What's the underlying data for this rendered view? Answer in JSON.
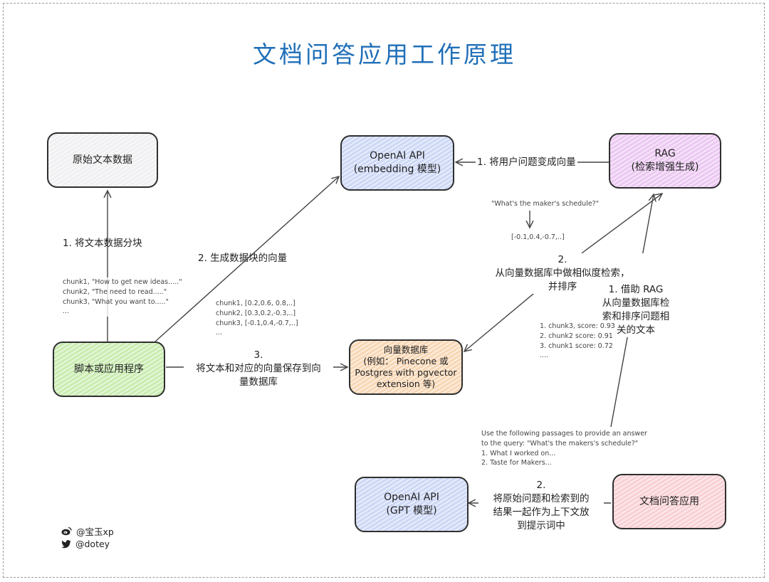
{
  "title": "文档问答应用工作原理",
  "colors": {
    "gray_box": "#f0f0f2",
    "blue_box": "#cdd8f6",
    "purple_box": "#ecc8f2",
    "green_box": "#c9ecb0",
    "orange_box": "#f8d7b5",
    "red_box": "#f9d0d4",
    "title_blue": "#1f6fb8"
  },
  "nodes": {
    "raw_text": "原始文本数据",
    "openai_embed": [
      "OpenAI API",
      "(embedding 模型)"
    ],
    "rag": [
      "RAG",
      "(检索增强生成)"
    ],
    "script_app": "脚本或应用程序",
    "vector_db": [
      "向量数据库",
      "(例如：  Pinecone 或",
      "Postgres with pgvector",
      "extension 等)"
    ],
    "openai_gpt": [
      "OpenAI API",
      "(GPT 模型)"
    ],
    "doc_qa_app": "文档问答应用"
  },
  "labels": {
    "split_chunks": "1. 将文本数据分块",
    "gen_vectors": "2. 生成数据块的向量",
    "question_to_vector": "1. 将用户问题变成向量",
    "similarity_search": [
      "2.",
      "从向量数据库中做相似度检索，",
      "并排序"
    ],
    "rag_retrieve": [
      "1. 借助 RAG",
      "从向量数据库检",
      "索和排序问题相",
      "关的文本"
    ],
    "save_vectors": [
      "3.",
      "将文本和对应的向量保存到向",
      "量数据库"
    ],
    "combine_prompt": [
      "2.",
      "将原始问题和检索到的",
      "结果一起作为上下文放",
      "到提示词中"
    ]
  },
  "notes": {
    "chunks_text": [
      "chunk1, \"How to get new ideas.....\"",
      "chunk2, \"The need to read.....\"",
      "chunk3, \"What you want to.....\"",
      "..."
    ],
    "chunks_vectors": [
      "chunk1, [0.2,0.6, 0.8,..]",
      "chunk2, [0.3,0.2,-0.3,..]",
      "chunk3, [-0.1,0.4,-0.7,..]",
      "..."
    ],
    "query": "\"What's the maker's schedule?\"",
    "query_vector": "[-0.1,0.4,-0.7,..]",
    "scores": [
      "1. chunk3, score: 0.93",
      "2. chunk2 score: 0.91",
      "3. chunk1 score: 0.72",
      "...."
    ],
    "prompt": [
      "Use the following passages to provide an answer",
      "to the query: \"What's the makers's schedule?\"",
      "1. What I worked on...",
      "2. Taste for Makers..."
    ]
  },
  "credits": {
    "weibo": "@宝玉xp",
    "twitter": "@dotey"
  },
  "icons": [
    "weibo-icon",
    "twitter-icon"
  ]
}
